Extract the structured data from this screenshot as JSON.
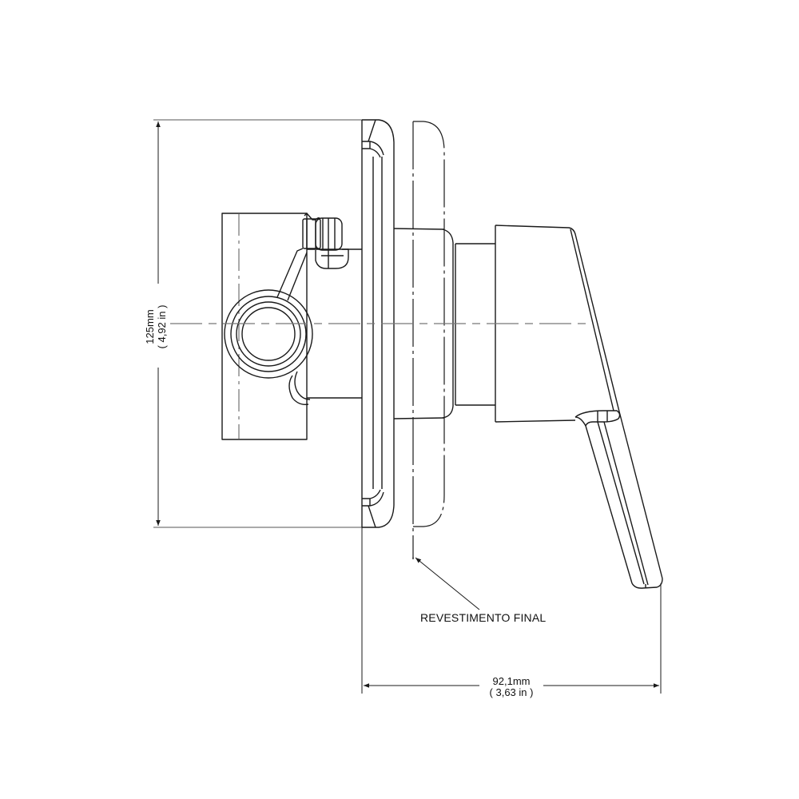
{
  "drawing": {
    "type": "technical-side-elevation",
    "subject": "shower mixer valve with lever handle",
    "colors": {
      "line": "#1a1a1a",
      "centerline": "#777777",
      "background": "#ffffff"
    }
  },
  "dimensions": {
    "height": {
      "metric": "125mm",
      "imperial": "( 4,92 in )"
    },
    "depth": {
      "metric": "92,1mm",
      "imperial": "( 3,63 in )"
    }
  },
  "callouts": {
    "finish_surface": "REVESTIMENTO FINAL"
  }
}
